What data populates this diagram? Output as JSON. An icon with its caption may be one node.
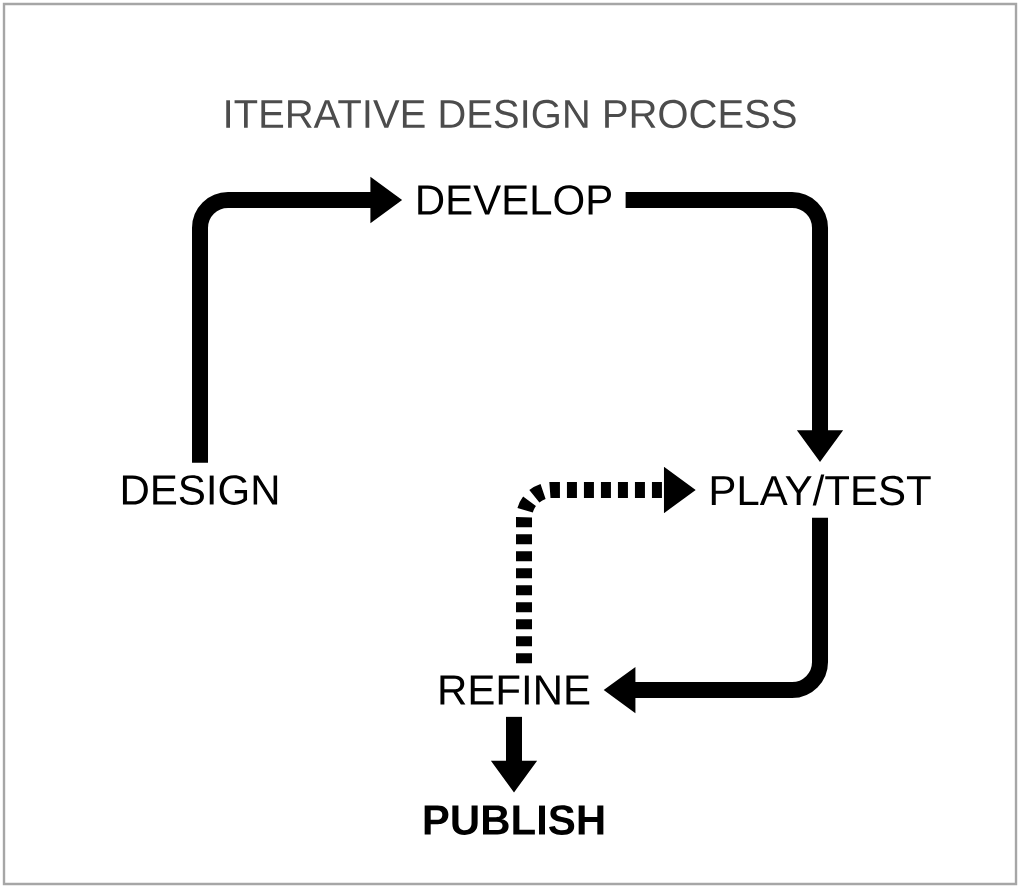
{
  "diagram": {
    "title": "ITERATIVE DESIGN PROCESS",
    "nodes": [
      {
        "text": [
          "DESIGN"
        ]
      },
      {
        "text": [
          "DEVELOP"
        ]
      },
      {
        "text": [
          "PLAY/TEST"
        ]
      },
      {
        "text": [
          "REFINE"
        ]
      },
      {
        "text": [
          "**PUBLISH**"
        ]
      }
    ],
    "edges": [
      {
        "from": 0,
        "to": 1,
        "arrow": "to"
      },
      {
        "from": 1,
        "to": 2,
        "arrow": "to"
      },
      {
        "from": 2,
        "to": 3,
        "arrow": "to"
      },
      {
        "from": 3,
        "to": 2,
        "arrow": "to",
        "style": "dashed"
      },
      {
        "from": 3,
        "to": 4,
        "arrow": "to"
      }
    ]
  }
}
